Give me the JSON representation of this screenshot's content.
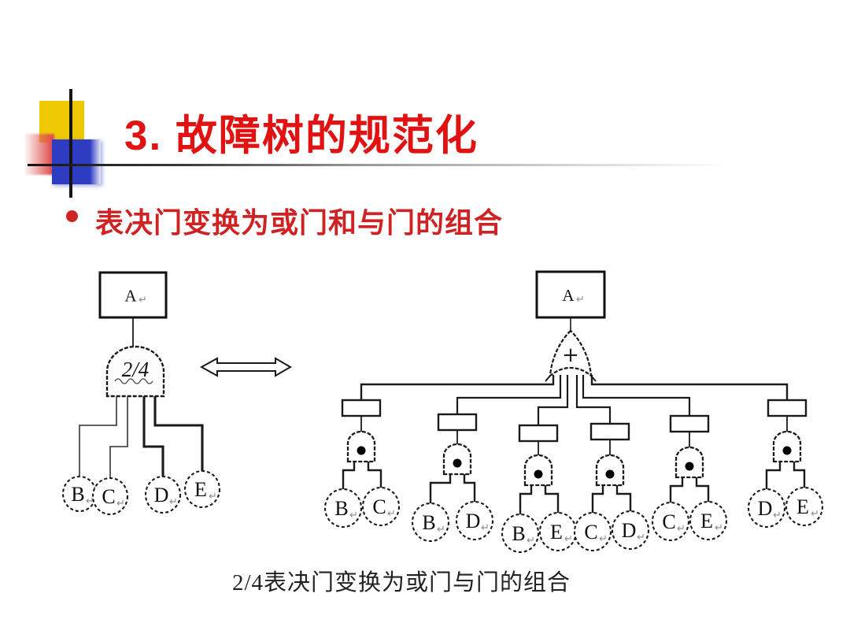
{
  "slide": {
    "title": "3. 故障树的规范化",
    "bullet": "表决门变换为或门和与门的组合",
    "caption": "2/4表决门变换为或门与门的组合"
  },
  "colors": {
    "title_red": "#e01212",
    "bullet_red": "#cf2222",
    "line_black": "#1a1a1a",
    "return_mark_gray": "#8a8a8a",
    "accent_yellow": "#eec803",
    "accent_blue": "#2e3cc2",
    "accent_pink": "#e05252"
  },
  "left_tree": {
    "root_label": "A",
    "gate_type": "voting-gate",
    "gate_label": "2/4",
    "events": [
      "B",
      "C",
      "D",
      "E"
    ]
  },
  "arrow": {
    "type": "double-headed-arrow"
  },
  "right_tree": {
    "root_label": "A",
    "gate_type": "or-gate",
    "or_symbol": "+",
    "and_dot": "●",
    "branches": [
      {
        "events": [
          "B",
          "C"
        ]
      },
      {
        "events": [
          "B",
          "D"
        ]
      },
      {
        "events": [
          "B",
          "E"
        ]
      },
      {
        "events": [
          "C",
          "D"
        ]
      },
      {
        "events": [
          "C",
          "E"
        ]
      },
      {
        "events": [
          "D",
          "E"
        ]
      }
    ]
  },
  "return_mark": "↵"
}
